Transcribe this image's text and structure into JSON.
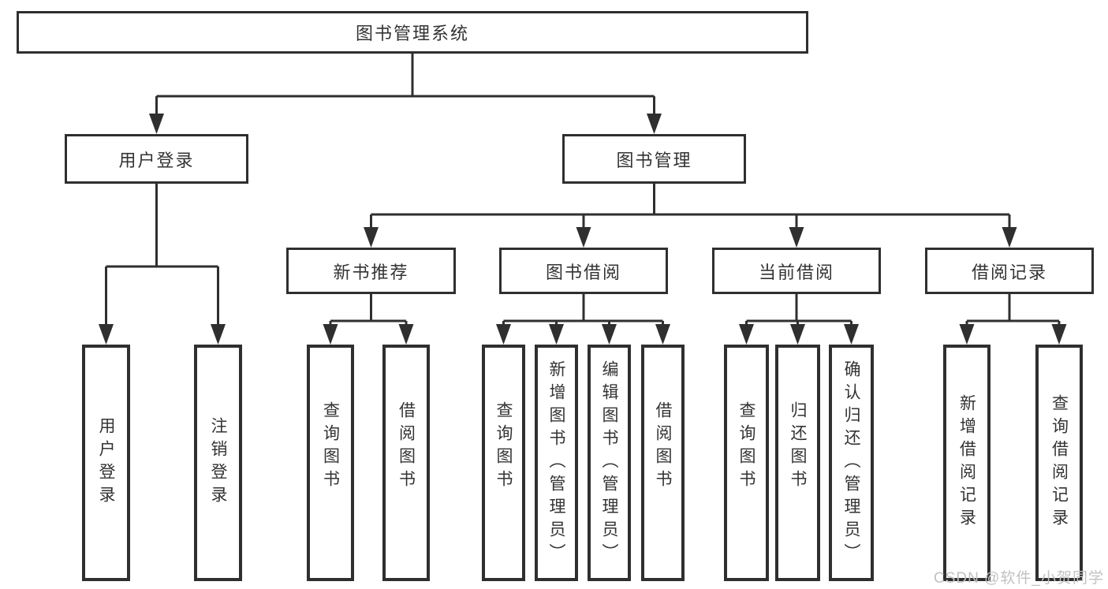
{
  "diagram": {
    "root": {
      "label": "图书管理系统"
    },
    "branches": [
      {
        "label": "用户登录",
        "children": [
          {
            "label": "用户登录"
          },
          {
            "label": "注销登录"
          }
        ]
      },
      {
        "label": "图书管理",
        "children": [
          {
            "label": "新书推荐",
            "children": [
              {
                "label": "查询图书"
              },
              {
                "label": "借阅图书"
              }
            ]
          },
          {
            "label": "图书借阅",
            "children": [
              {
                "label": "查询图书"
              },
              {
                "label": "新增图书（管理员）"
              },
              {
                "label": "编辑图书（管理员）"
              },
              {
                "label": "借阅图书"
              }
            ]
          },
          {
            "label": "当前借阅",
            "children": [
              {
                "label": "查询图书"
              },
              {
                "label": "归还图书"
              },
              {
                "label": "确认归还（管理员）"
              }
            ]
          },
          {
            "label": "借阅记录",
            "children": [
              {
                "label": "新增借阅记录"
              },
              {
                "label": "查询借阅记录"
              }
            ]
          }
        ]
      }
    ]
  },
  "watermark": {
    "text": "CSDN @软件_小贺同学"
  },
  "colors": {
    "line": "#2f2f2f",
    "text": "#333333",
    "background": "#ffffff",
    "watermark": "#c2c2c2"
  }
}
